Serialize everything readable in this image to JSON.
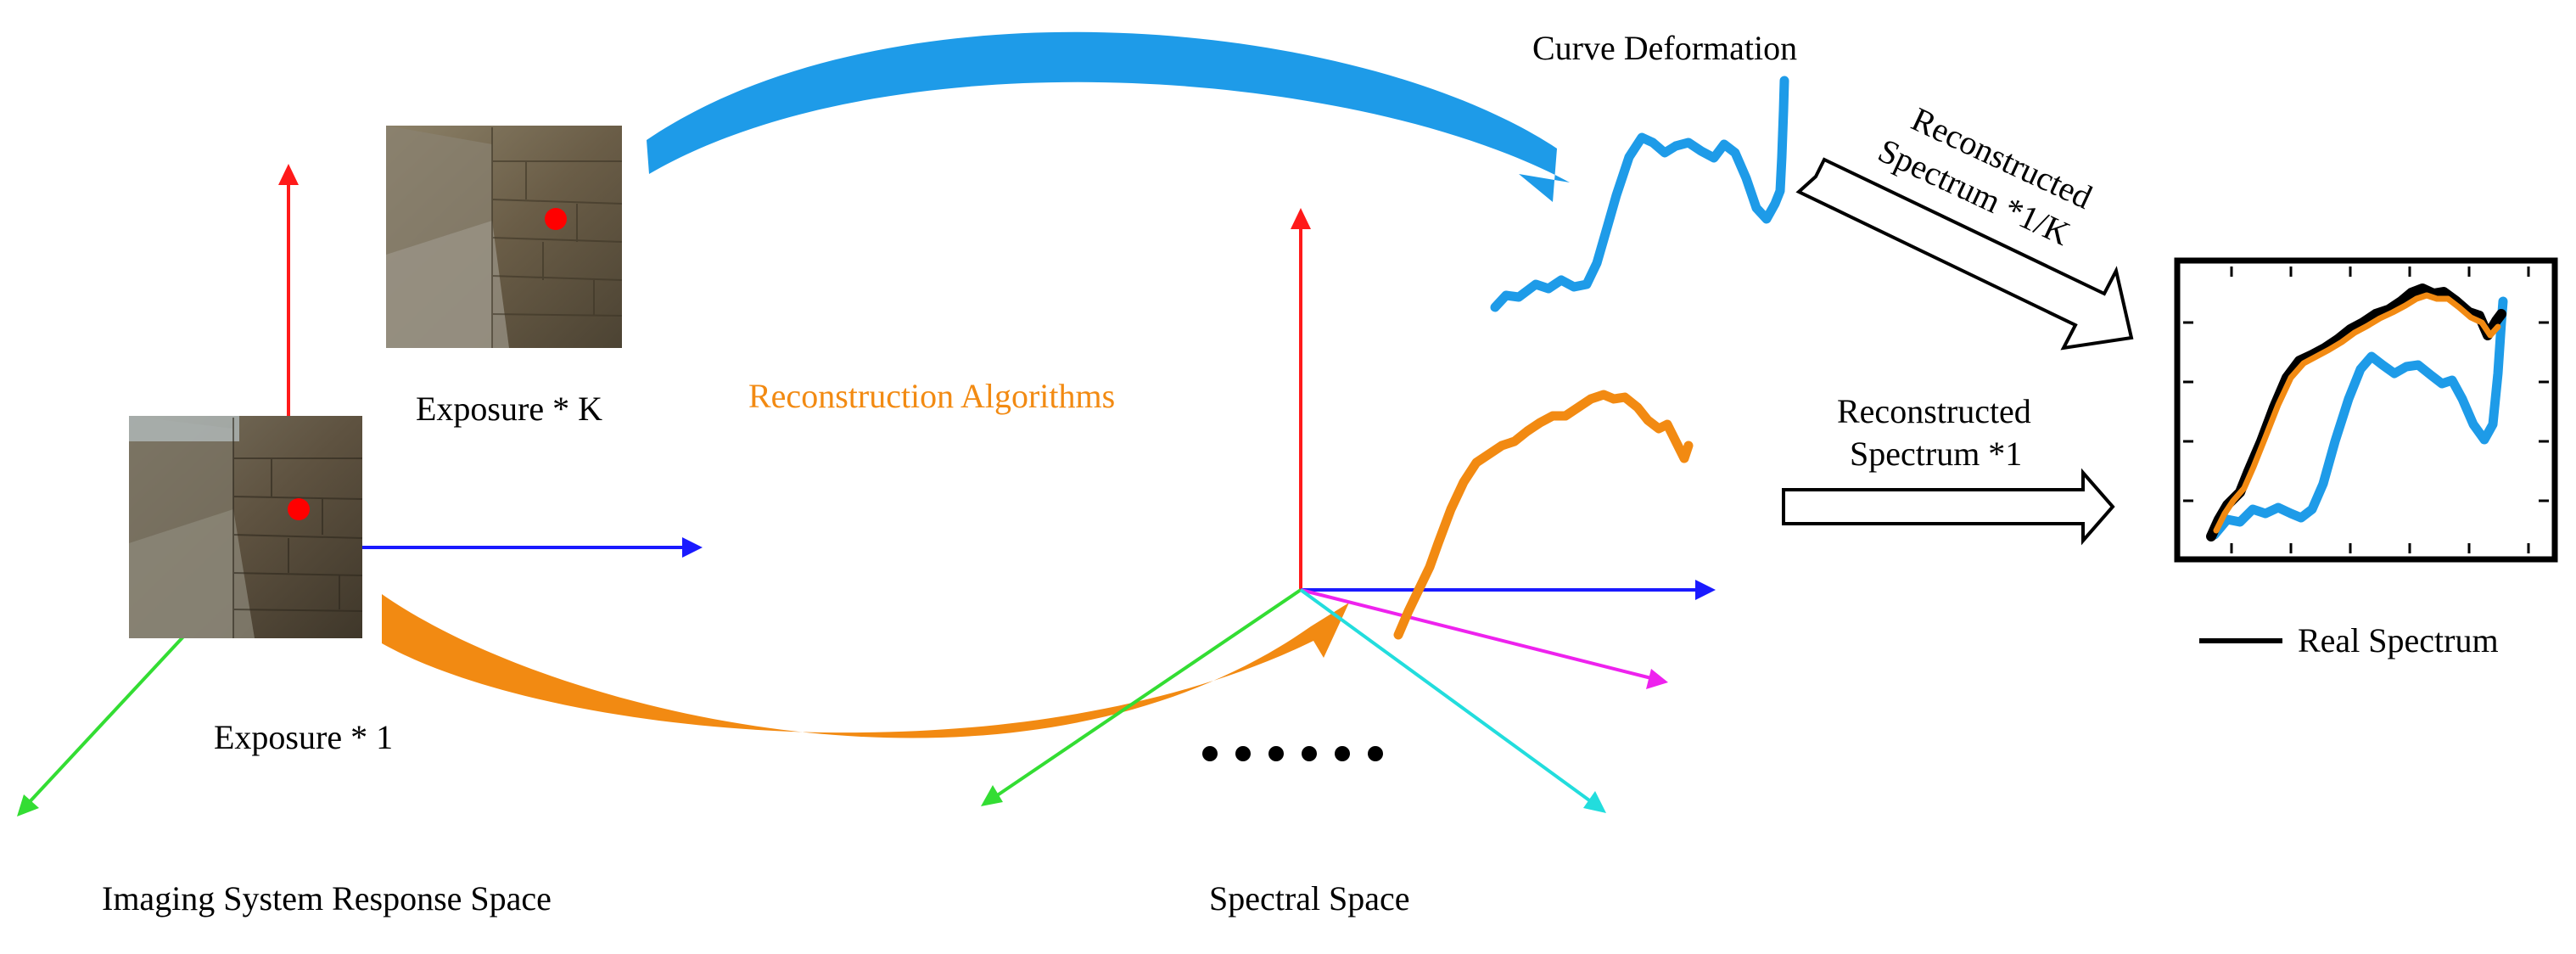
{
  "labels": {
    "curve_deformation": "Curve Deformation",
    "exposure_k": "Exposure * K",
    "exposure_1": "Exposure * 1",
    "reconstruction_algorithms": "Reconstruction Algorithms",
    "reconstructed_k_line1": "Reconstructed",
    "reconstructed_k_line2": "Spectrum *1/K",
    "reconstructed_1_line1": "Reconstructed",
    "reconstructed_1_line2": "Spectrum *1",
    "real_spectrum": "Real Spectrum",
    "imaging_space": "Imaging System Response Space",
    "spectral_space": "Spectral Space",
    "ellipsis": "• • • • • •"
  },
  "colors": {
    "axis_red": "#ff1a1a",
    "axis_blue": "#1a1aff",
    "axis_green": "#33dd33",
    "axis_magenta": "#ee22ee",
    "axis_cyan": "#22dddd",
    "curve_blue": "#1e9be8",
    "curve_orange": "#f28a12",
    "real_black": "#000000",
    "text_orange": "#f28a12",
    "photo_stone": "#6e6350",
    "marker_red": "#ff0000"
  },
  "icons": {
    "exposure_k_image": "stone-wall-photo",
    "exposure_1_image": "stone-wall-photo"
  }
}
